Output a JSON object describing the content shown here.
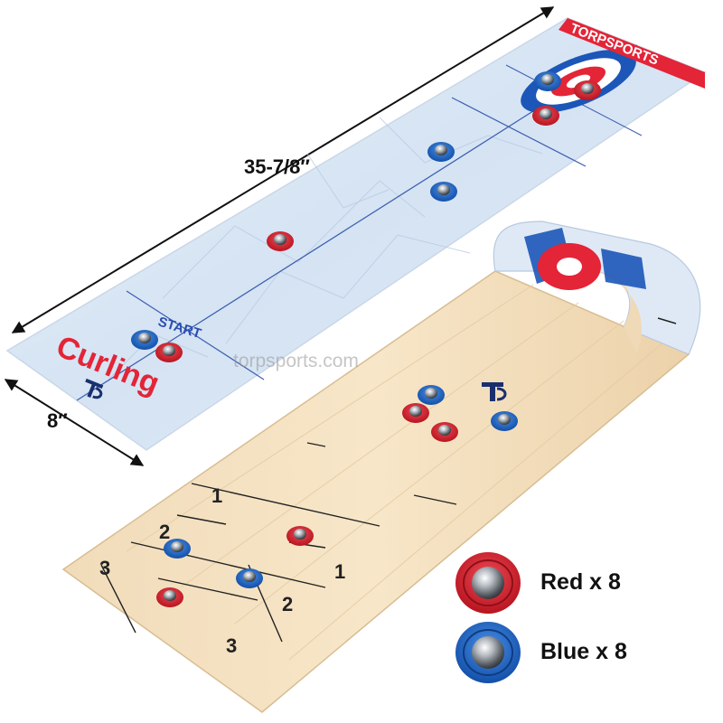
{
  "dimensions": {
    "length": "35-7/8″",
    "width": "8″"
  },
  "curling_mat": {
    "brand": "TORPSPORTS",
    "start_label": "START",
    "game_title": "Curling",
    "logo": "tp-logo"
  },
  "shuffleboard_mat": {
    "logo": "tp-logo",
    "zone_numbers": [
      "1",
      "2",
      "3",
      "1",
      "2",
      "3"
    ]
  },
  "watermark": "torpsports.com",
  "legend": {
    "red_label": "Red x 8",
    "blue_label": "Blue x 8"
  },
  "colors": {
    "red_puck": "#d5202f",
    "blue_puck": "#1f64c8",
    "ice": "#dfeaf6",
    "wood": "#efd9b6",
    "brand_red": "#e42437"
  }
}
